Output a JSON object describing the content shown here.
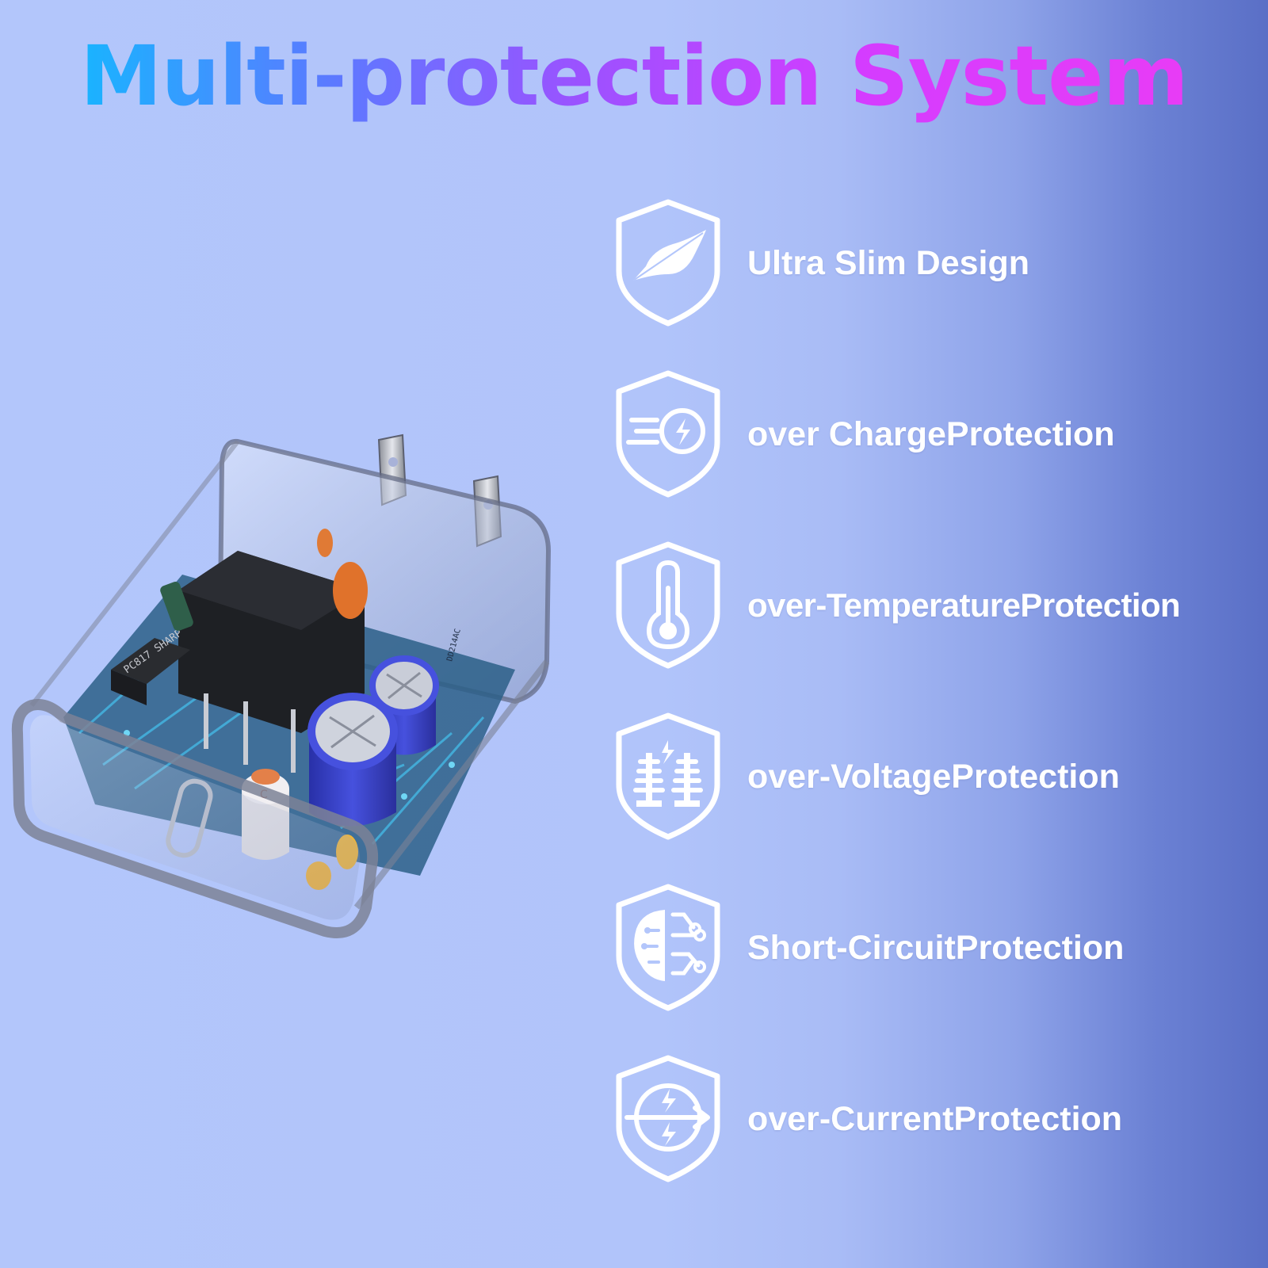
{
  "heading": {
    "title": "Multi-protection System"
  },
  "features": [
    {
      "label": "Ultra Slim Design",
      "icon": "feather-shield-icon"
    },
    {
      "label": "over ChargeProtection",
      "icon": "fast-charge-bolt-shield-icon"
    },
    {
      "label": "over-TemperatureProtection",
      "icon": "thermometer-shield-icon"
    },
    {
      "label": "over-VoltageProtection",
      "icon": "high-voltage-insulators-shield-icon"
    },
    {
      "label": "Short-CircuitProtection",
      "icon": "circuit-brain-shield-icon"
    },
    {
      "label": "over-CurrentProtection",
      "icon": "current-arrow-shield-icon"
    }
  ],
  "product": {
    "chip_label": "PC817 SHARP",
    "chip_label_2": "DD214AC",
    "capacitor_mark": "C"
  },
  "colors": {
    "background_left": "#b3c6fb",
    "background_right": "#5a6fc6",
    "title_gradient_start": "#19b4ff",
    "title_gradient_end": "#e83cf6",
    "feature_text": "#ffffff",
    "pcb": "#2b5f87",
    "capacitor": "#3b42c9"
  }
}
